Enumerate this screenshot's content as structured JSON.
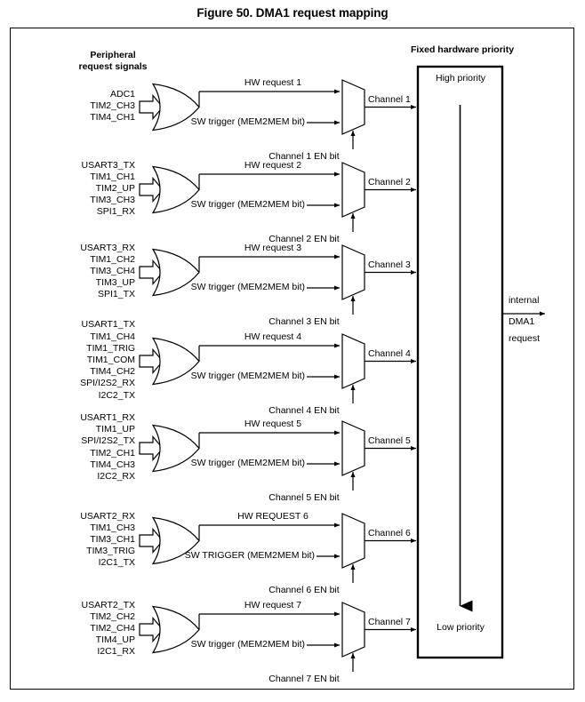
{
  "figure": {
    "title": "Figure 50. DMA1 request mapping"
  },
  "headers": {
    "peripheral_line1": "Peripheral",
    "peripheral_line2": "request signals",
    "fixed_priority": "Fixed hardware priority"
  },
  "priority_box": {
    "high_label": "High priority",
    "low_label": "Low priority"
  },
  "output": {
    "line1": "internal",
    "line2": "DMA1",
    "line3": "request"
  },
  "channels": [
    {
      "index": 1,
      "signals": [
        "ADC1",
        "TIM2_CH3",
        "TIM4_CH1"
      ],
      "hw_request": "HW request 1",
      "sw_trigger": "SW trigger (MEM2MEM bit)",
      "channel_label": "Channel 1",
      "en_bit": "Channel 1 EN bit"
    },
    {
      "index": 2,
      "signals": [
        "USART3_TX",
        "TIM1_CH1",
        "TIM2_UP",
        "TIM3_CH3",
        "SPI1_RX"
      ],
      "hw_request": "HW request 2",
      "sw_trigger": "SW trigger (MEM2MEM bit)",
      "channel_label": "Channel 2",
      "en_bit": "Channel 2 EN bit"
    },
    {
      "index": 3,
      "signals": [
        "USART3_RX",
        "TIM1_CH2",
        "TIM3_CH4",
        "TIM3_UP",
        "SPI1_TX"
      ],
      "hw_request": "HW request 3",
      "sw_trigger": "SW trigger (MEM2MEM bit)",
      "channel_label": "Channel 3",
      "en_bit": "Channel 3 EN bit"
    },
    {
      "index": 4,
      "signals": [
        "USART1_TX",
        "TIM1_CH4",
        "TIM1_TRIG",
        "TIM1_COM",
        "TIM4_CH2",
        "SPI/I2S2_RX",
        "I2C2_TX"
      ],
      "hw_request": "HW request 4",
      "sw_trigger": "SW trigger (MEM2MEM bit)",
      "channel_label": "Channel 4",
      "en_bit": "Channel 4 EN bit"
    },
    {
      "index": 5,
      "signals": [
        "USART1_RX",
        "TIM1_UP",
        "SPI/I2S2_TX",
        "TIM2_CH1",
        "TIM4_CH3",
        "I2C2_RX"
      ],
      "hw_request": "HW request 5",
      "sw_trigger": "SW trigger (MEM2MEM bit)",
      "channel_label": "Channel 5",
      "en_bit": "Channel 5 EN bit"
    },
    {
      "index": 6,
      "signals": [
        "USART2_RX",
        "TIM1_CH3",
        "TIM3_CH1",
        "TIM3_TRIG",
        "I2C1_TX"
      ],
      "hw_request": "HW REQUEST 6",
      "sw_trigger": "SW TRIGGER (MEM2MEM bit)",
      "channel_label": "Channel 6",
      "en_bit": "Channel 6 EN bit"
    },
    {
      "index": 7,
      "signals": [
        "USART2_TX",
        "TIM2_CH2",
        "TIM2_CH4",
        "TIM4_UP",
        "I2C1_RX"
      ],
      "hw_request": "HW request 7",
      "sw_trigger": "SW trigger (MEM2MEM bit)",
      "channel_label": "Channel 7",
      "en_bit": "Channel 7 EN bit"
    }
  ],
  "colors": {
    "stroke": "#000000",
    "background": "#ffffff"
  }
}
